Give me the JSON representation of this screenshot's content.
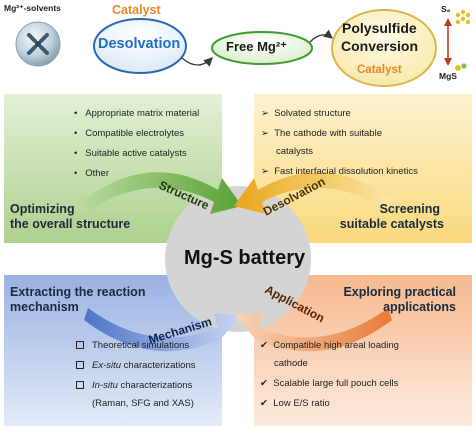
{
  "top": {
    "mg_solvents": "Mg²⁺-solvents",
    "catalyst_left": "Catalyst",
    "desolvation": "Desolvation",
    "free_mg": "Free Mg²⁺",
    "polysulfide": "Polysulfide",
    "conversion": "Conversion",
    "catalyst_right": "Catalyst",
    "s8": "S₈",
    "mgs": "MgS"
  },
  "center": {
    "title": "Mg-S battery"
  },
  "arrows": {
    "structure": "Structure",
    "desolvation": "Desolvation",
    "mechanism": "Mechanism",
    "application": "Application"
  },
  "panels": {
    "top_left": {
      "items": [
        "Appropriate matrix material",
        "Compatible electrolytes",
        "Suitable active catalysts",
        "Other"
      ],
      "title_line1": "Optimizing",
      "title_line2": "the overall structure"
    },
    "top_right": {
      "items": [
        "Solvated structure",
        "The cathode with suitable",
        "catalysts",
        "Fast interfacial dissolution kinetics"
      ],
      "title_line1": "Screening",
      "title_line2": "suitable catalysts"
    },
    "bottom_left": {
      "title_line1": "Extracting the reaction",
      "title_line2": "mechanism",
      "items": [
        "Theoretical simulations",
        "Ex-situ characterizations",
        "In-situ characterizations",
        "(Raman, SFG and XAS)"
      ],
      "ex_situ_italic": "Ex-situ",
      "ex_situ_rest": " characterizations",
      "in_situ_italic": "In-situ",
      "in_situ_rest": " characterizations"
    },
    "bottom_right": {
      "title_line1": "Exploring practical",
      "title_line2": "applications",
      "items": [
        "Compatible high areal loading",
        "cathode",
        "Scalable large full pouch cells",
        "Low E/S ratio"
      ]
    }
  },
  "colors": {
    "green": "#b5d59a",
    "yellow": "#fbe296",
    "blue": "#aabde6",
    "orange": "#f7c19c",
    "catalyst_orange": "#e8862a",
    "desolvation_blue": "#1f6fc0"
  }
}
